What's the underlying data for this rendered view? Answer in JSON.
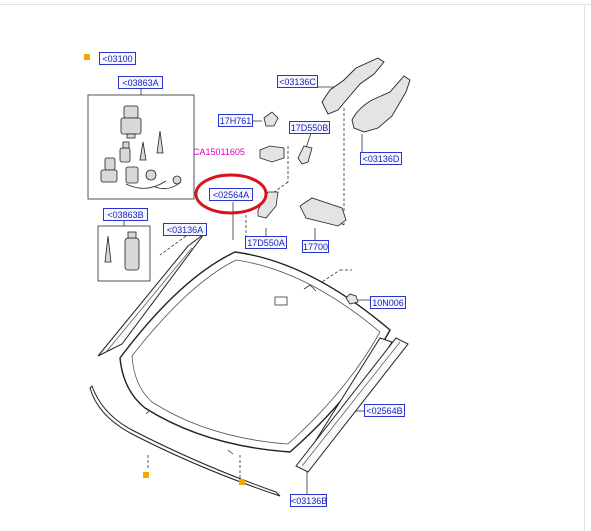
{
  "labels": {
    "l03100": "<03100",
    "l03863a": "<03863A",
    "l03863b": "<03863B",
    "l03136a": "<03136A",
    "l02564a": "<02564A",
    "l03136c": "<03136C",
    "l03136d": "<03136D",
    "l17h761": "17H761",
    "l17d550b": "17D550B",
    "l17d550a": "17D550A",
    "l17700": "17700",
    "l10n006": "10N006",
    "l02564b": "<02564B",
    "l03136b": "<03136B"
  },
  "part_number": "CA15011605",
  "colors": {
    "label_border": "#2a36c8",
    "label_text": "#1b22b8",
    "highlight_circle": "#d8141c",
    "part_number": "#e000c8",
    "marker": "#f5a800"
  }
}
